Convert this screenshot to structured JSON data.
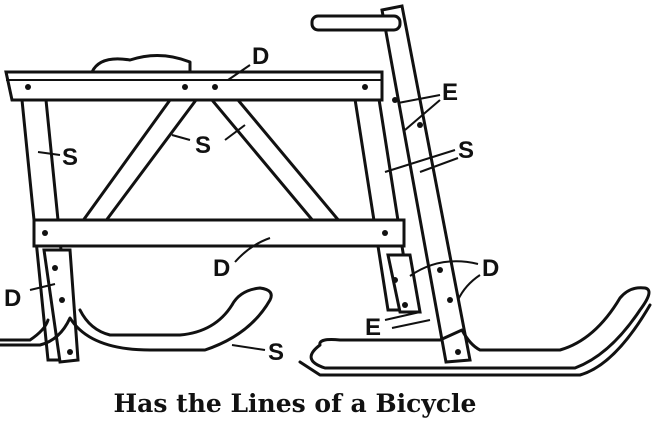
{
  "caption": "Has the Lines of a Bicycle",
  "labels": {
    "d_top": "D",
    "e_top": "E",
    "s_diag": "S",
    "s_right": "S",
    "s_left": "S",
    "d_middle": "D",
    "d_left": "D",
    "d_right": "D",
    "e_bottom": "E",
    "s_runner": "S"
  }
}
